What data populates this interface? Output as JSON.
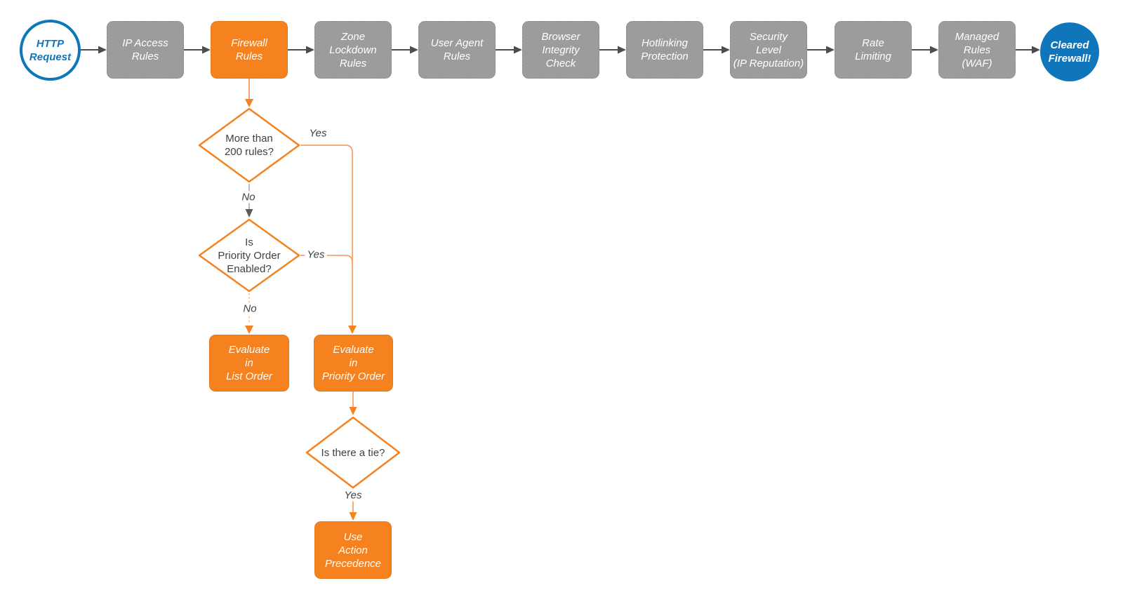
{
  "colors": {
    "accent_orange": "#F6821F",
    "connector_light_orange": "#F9A26B",
    "node_gray": "#9C9C9C",
    "brand_blue": "#1076BC",
    "arrow_dark": "#4D4D4D",
    "text_dark": "#414141"
  },
  "flow": {
    "start": {
      "label": "HTTP\nRequest"
    },
    "steps": [
      {
        "label": "IP Access\nRules",
        "style": "gray"
      },
      {
        "label": "Firewall\nRules",
        "style": "orange"
      },
      {
        "label": "Zone\nLockdown\nRules",
        "style": "gray"
      },
      {
        "label": "User Agent\nRules",
        "style": "gray"
      },
      {
        "label": "Browser\nIntegrity\nCheck",
        "style": "gray"
      },
      {
        "label": "Hotlinking\nProtection",
        "style": "gray"
      },
      {
        "label": "Security\nLevel\n(IP Reputation)",
        "style": "gray"
      },
      {
        "label": "Rate\nLimiting",
        "style": "gray"
      },
      {
        "label": "Managed\nRules\n(WAF)",
        "style": "gray"
      }
    ],
    "end": {
      "label": "Cleared\nFirewall!"
    }
  },
  "decisions": {
    "more_rules": {
      "question": "More than\n200 rules?",
      "yes_label": "Yes",
      "no_label": "No"
    },
    "priority_enabled": {
      "question": "Is\nPriority Order\nEnabled?",
      "yes_label": "Yes",
      "no_label": "No"
    },
    "tie": {
      "question": "Is there a tie?",
      "yes_label": "Yes"
    }
  },
  "actions": {
    "list_order": {
      "label": "Evaluate\nin\nList Order"
    },
    "priority_order": {
      "label": "Evaluate\nin\nPriority Order"
    },
    "action_precedence": {
      "label": "Use\nAction\nPrecedence"
    }
  }
}
